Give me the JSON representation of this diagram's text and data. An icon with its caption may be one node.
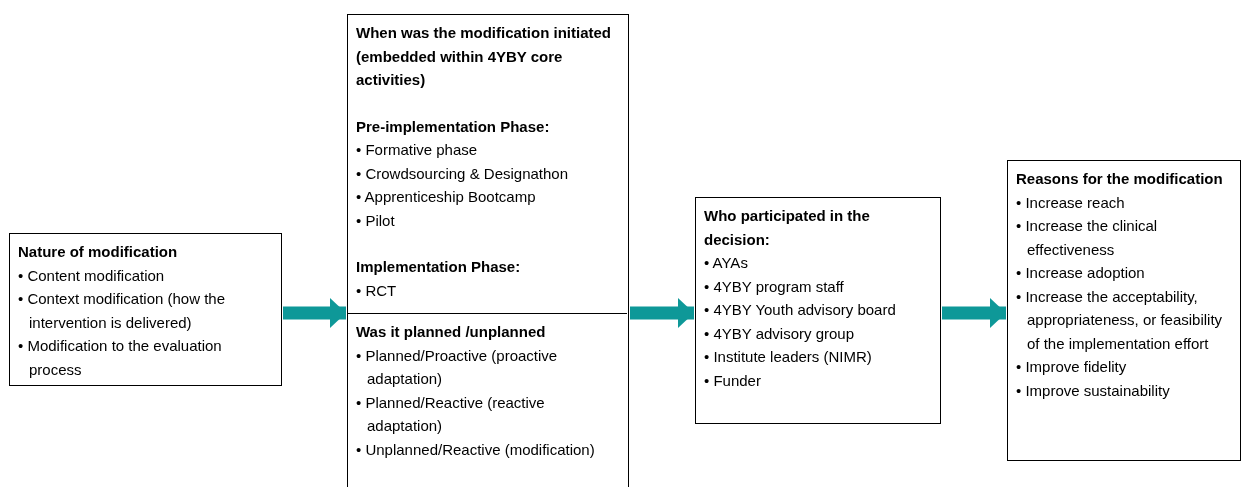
{
  "diagram": {
    "nodes": [
      {
        "text": [
          "Nature of modification",
          "• Content modification",
          "• Context modification (how the intervention is delivered)",
          "• Modification to the evaluation process"
        ]
      },
      {
        "text": [],
        "shape": "box"
      },
      {
        "text": [
          "When was the modification initiated (embedded within 4YBY core activities)",
          "Pre-implementation Phase:",
          "• Formative phase",
          "• Crowdsourcing & Designathon",
          "• Apprenticeship Bootcamp",
          "• Pilot",
          "Implementation Phase:",
          "• RCT"
        ],
        "in": 1
      },
      {
        "text": [
          "Was it planned /unplanned",
          "• Planned/Proactive (proactive adaptation)",
          "• Planned/Reactive (reactive adaptation)",
          "• Unplanned/Reactive (modification)"
        ],
        "in": 1
      },
      {
        "text": [
          "Who participated in the decision:",
          "• AYAs",
          "• 4YBY program staff",
          "• 4YBY Youth advisory board",
          "• 4YBY advisory group",
          "• Institute leaders (NIMR)",
          "• Funder"
        ]
      },
      {
        "text": [
          "Reasons for the modification",
          "• Increase reach",
          "• Increase the clinical effectiveness",
          "• Increase adoption",
          "• Increase the acceptability, appropriateness, or feasibility of the implementation effort",
          "• Improve fidelity",
          "• Improve sustainability"
        ]
      }
    ],
    "edges": [
      {
        "from": 0,
        "to": 1,
        "arrow": "to"
      },
      {
        "from": 1,
        "to": 4,
        "arrow": "to"
      },
      {
        "from": 4,
        "to": 5,
        "arrow": "to"
      }
    ]
  }
}
